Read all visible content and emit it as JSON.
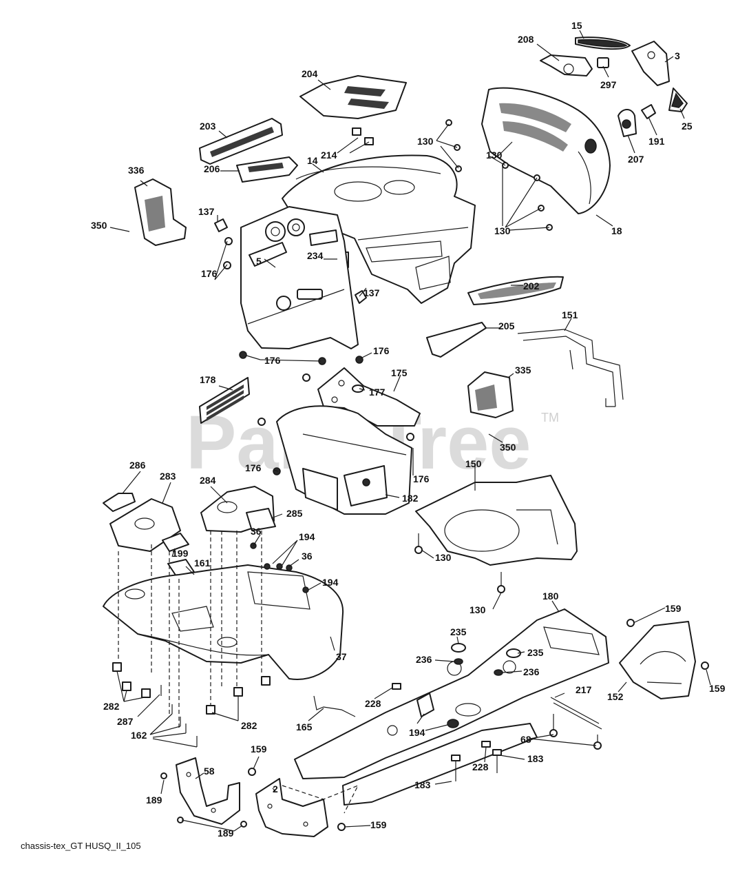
{
  "diagram": {
    "watermark": "PartsTree",
    "watermark_tm": "TM",
    "caption": "chassis-tex_GT HUSQ_II_105",
    "callouts": [
      "15",
      "208",
      "3",
      "297",
      "25",
      "191",
      "207",
      "204",
      "203",
      "214",
      "14",
      "130",
      "130",
      "130",
      "130",
      "18",
      "336",
      "206",
      "137",
      "350",
      "5",
      "234",
      "176",
      "137",
      "202",
      "205",
      "151",
      "176",
      "176",
      "176",
      "178",
      "175",
      "177",
      "335",
      "350",
      "176",
      "176",
      "182",
      "150",
      "286",
      "283",
      "284",
      "285",
      "36",
      "194",
      "36",
      "199",
      "161",
      "194",
      "130",
      "130",
      "180",
      "159",
      "37",
      "235",
      "236",
      "235",
      "236",
      "159",
      "152",
      "217",
      "282",
      "228",
      "287",
      "282",
      "165",
      "194",
      "162",
      "68",
      "228",
      "183",
      "183",
      "159",
      "58",
      "2",
      "189",
      "189",
      "159"
    ]
  }
}
